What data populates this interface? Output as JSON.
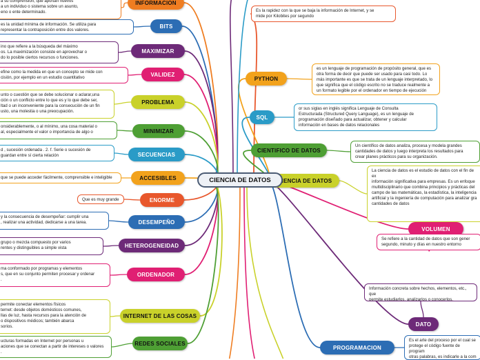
{
  "center": "CIENCIA DE DATOS",
  "left_topics": [
    {
      "label": "INFORMACION",
      "color": "#ef7d21",
      "text": "a su comprensión, que aportan nuevos\na un individuo o sistema sobre un asunto,\neno o ente determinado."
    },
    {
      "label": "BITS",
      "color": "#2c6db4",
      "text": "es la unidad mínima de información. Se utiliza para\nrepresentar la contraposición entre dos valores."
    },
    {
      "label": "MAXIMIZAR",
      "color": "#6d2a78",
      "text": "ino que refiere a la búsqueda del máximo\nos. La maximización consiste en aprovechar o\ndo lo posible ciertos recursos o funciones."
    },
    {
      "label": "VALIDEZ",
      "color": "#e01f73",
      "text": "efine como la medida en que un concepto se mide con\ncisión, por ejemplo en un estudio cuantitativo"
    },
    {
      "label": "PROBLEMA",
      "color": "#c9d12a",
      "text": "unto o cuestión que se debe solucionar o aclarar,una\nción o un conflicto entre lo que es y lo que debe ser,\nltad o un inconveniente para la consecución de un fin\nusto, una molestia o una preocupación."
    },
    {
      "label": "MINIMIZAR",
      "color": "#4e9f34",
      "text": "onsiderablemente, o al mínimo, una cosa material o\nal, especialmente el valor o importancia de algo o"
    },
    {
      "label": "SECUENCIAS",
      "color": "#2a9bc7",
      "text": "d , sucesión ordenada . 2. f. Serie o sucesión de\nguardan entre sí cierta relación"
    },
    {
      "label": "ACCESIBLES",
      "color": "#f2a21c",
      "text": "que se puede acceder fácilmente, comprensible e inteligible"
    },
    {
      "label": "ENORME",
      "color": "#e8572c",
      "text": "Que es muy grande"
    },
    {
      "label": "DESEMPEÑO",
      "color": "#2c6db4",
      "text": "y la consecuencia de desempeñar: cumplir una\n, realizar una actividad, dedicarse a una tarea."
    },
    {
      "label": "HETEROGENEIDAD",
      "color": "#6d2a78",
      "text": "grupo o mezcla compuesto por varios\nrentes y distinguibles a simple vista"
    },
    {
      "label": "ORDENADOR",
      "color": "#e01f73",
      "text": "ma conformado por programas y elementos\ns, que en su conjunto permiten procesar y ordenar\n."
    },
    {
      "label": "INTERNET DE LAS COSAS",
      "color": "#c9d12a",
      "text": "permite conectar elementos físicos\nternet: desde objetos domésticos comunes,\nllas de luz, hasta recursos para la atención de\no dispositivos médicos; también abarca\nsorios."
    },
    {
      "label": "REDES SOCIALES",
      "color": "#4e9f34",
      "text": "ucturas formadas en Internet por personas u\naciones que se conectan a partir de intereses o valores\n."
    }
  ],
  "right_topics": [
    {
      "label": "",
      "color": "#e8572c",
      "text": "Es la rapidez con la que se baja la información de Internet, y se\nmide por Kilobites por segundo"
    },
    {
      "label": "PYTHON",
      "color": "#f2a21c",
      "text": "es un lenguaje de programación de propósito general, que es\notra forma de decir que puede ser usado para casi todo. Lo\nmás importante es que se trata de un lenguaje interpretado, lo\nque significa que el código escrito no se traduce realmente a\nun formato legible por el ordenador en tiempo de ejecución"
    },
    {
      "label": "SQL",
      "color": "#2a9bc7",
      "text": "or sus siglas en inglés significa Lenguaje de Consulta\nEstructurada (Structured Query Language), es un lenguaje de\nprogramación diseñado para actualizar, obtener y calcular\ninformación en bases de datos relacionales"
    },
    {
      "label": "CIENTIFICO DE DATOS",
      "color": "#4e9f34",
      "text": "Un científico de datos analiza, procesa y modela grandes\ncantidades de datos y luego interpreta los resultados para\ncrear planes prácticos para su organización."
    },
    {
      "label": "CIENCIA DE DATOS",
      "color": "#c9d12a",
      "text": "La ciencia de datos es el estudio de datos con el fin de ex\ninformación significativa para empresas. Es un enfoque\nmultidisciplinario que combina principios y prácticas del\ncampo de las matemáticas, la estadística, la inteligencia\nartificial y la ingeniería de computación para analizar gra\ncantidades de datos"
    },
    {
      "label": "VOLUMEN",
      "color": "#e01f73",
      "text": "Se refiere a la cantidad de datos que son gener\nsegundo, minuto y días en nuestro entorno"
    },
    {
      "label": "DATO",
      "color": "#6d2a78",
      "text": "Información concreta sobre hechos, elementos, etc., que\npermite estudiarlos, analizarlos o conocerlos."
    },
    {
      "label": "PROGRAMACION",
      "color": "#2c6db4",
      "text": "Es el arte del proceso por el cual se\nprotege el código fuente de program\notras palabras, es indicarle a la com"
    }
  ]
}
